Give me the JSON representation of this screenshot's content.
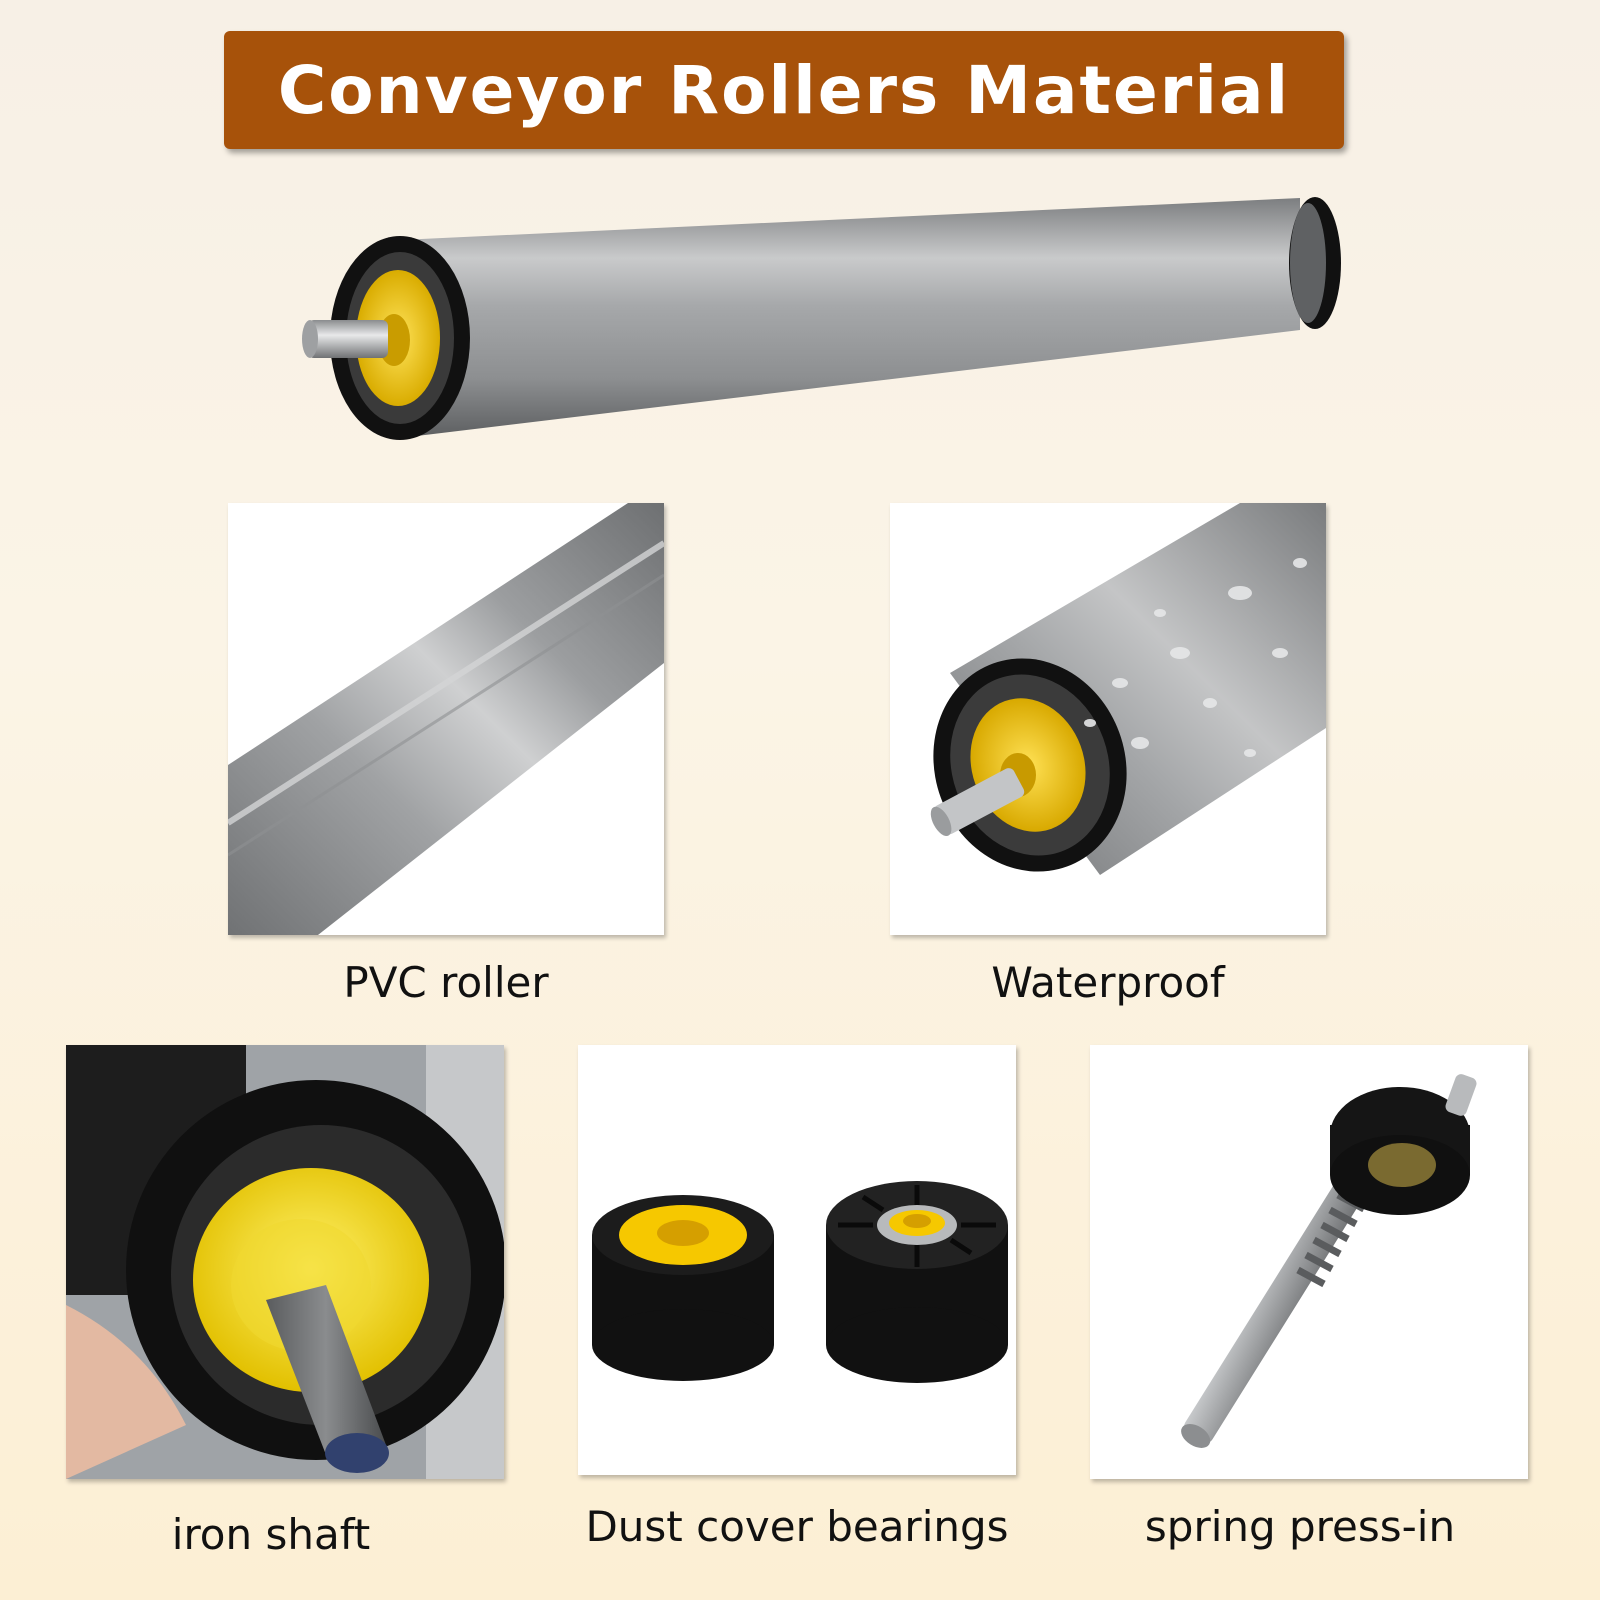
{
  "title": "Conveyor Rollers Material",
  "colors": {
    "banner": "#a7520a",
    "roller_gray": "#9a9c9e",
    "end_cap_black": "#111111",
    "bearing_yellow": "#f3cf12",
    "shaft_steel": "#b8babc"
  },
  "panels": [
    {
      "id": "pvc",
      "caption": "PVC roller"
    },
    {
      "id": "waterproof",
      "caption": "Waterproof"
    },
    {
      "id": "iron",
      "caption": "iron shaft"
    },
    {
      "id": "dust",
      "caption": "Dust cover bearings"
    },
    {
      "id": "spring",
      "caption": "spring press-in"
    }
  ]
}
